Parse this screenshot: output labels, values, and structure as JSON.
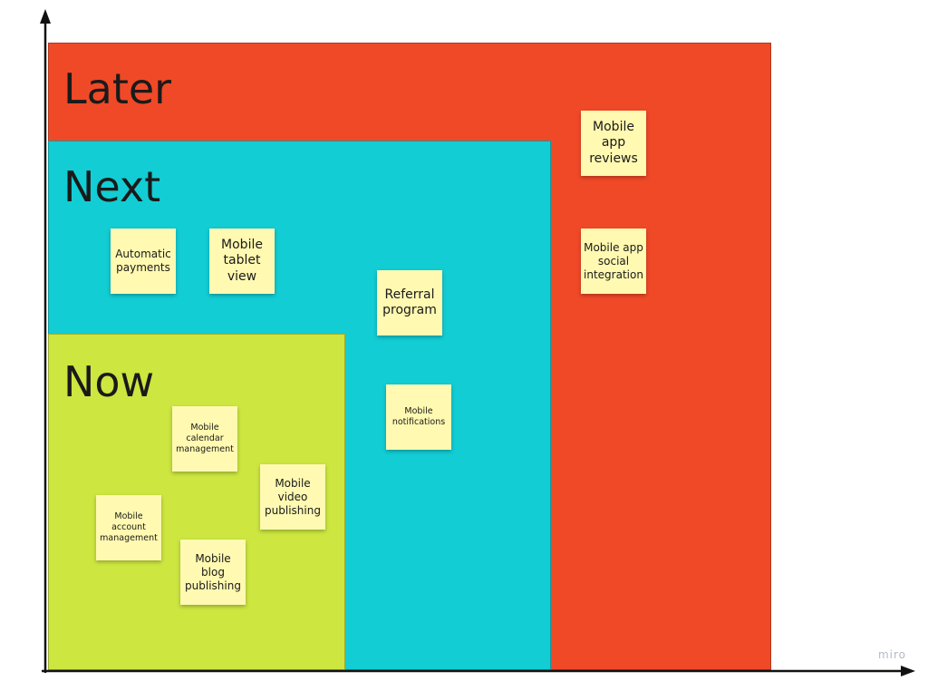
{
  "zones": {
    "later": {
      "label": "Later",
      "color": "#f04927"
    },
    "next": {
      "label": "Next",
      "color": "#12cdd4"
    },
    "now": {
      "label": "Now",
      "color": "#cde640"
    }
  },
  "stickies": {
    "mobile_app_reviews": "Mobile app reviews",
    "mobile_app_social_integration": "Mobile app social integration",
    "automatic_payments": "Automatic payments",
    "mobile_tablet_view": "Mobile tablet view",
    "referral_program": "Referral program",
    "mobile_notifications": "Mobile notifications",
    "mobile_calendar_management": "Mobile calendar management",
    "mobile_video_publishing": "Mobile video publishing",
    "mobile_account_management": "Mobile account management",
    "mobile_blog_publishing": "Mobile blog publishing"
  },
  "sticky_color": "#fff9b1",
  "watermark": "miro"
}
